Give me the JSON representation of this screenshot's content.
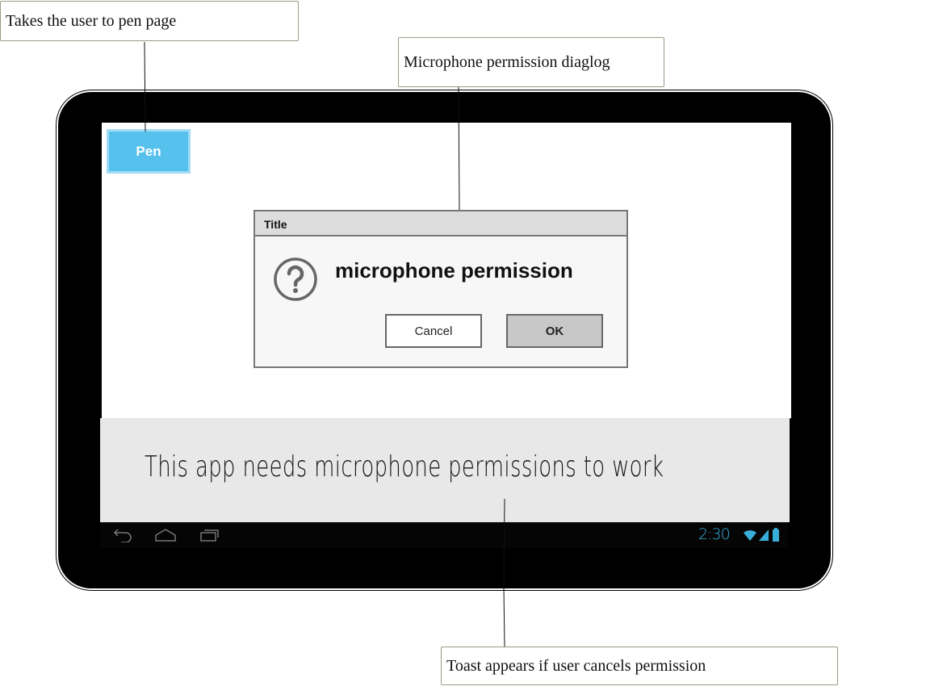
{
  "annotations": {
    "pen_callout": "Takes the user to pen page",
    "dialog_callout": "Microphone permission diaglog",
    "toast_callout": "Toast appears if  user cancels permission"
  },
  "screen": {
    "pen_button_label": "Pen"
  },
  "dialog": {
    "title": "Title",
    "message": "microphone permission",
    "icon": "question-icon",
    "cancel_label": "Cancel",
    "ok_label": "OK"
  },
  "toast": {
    "text": "This app needs microphone permissions to work"
  },
  "status_bar": {
    "time": "2:30",
    "icons": [
      "wifi-icon",
      "signal-icon",
      "battery-icon"
    ],
    "nav_icons": [
      "back-icon",
      "home-icon",
      "recent-apps-icon"
    ],
    "accent_color": "#3aaeda"
  },
  "colors": {
    "pen_button": "#56c1ec",
    "toast_background": "#e8e8e8",
    "dialog_titlebar": "#dddddd"
  }
}
